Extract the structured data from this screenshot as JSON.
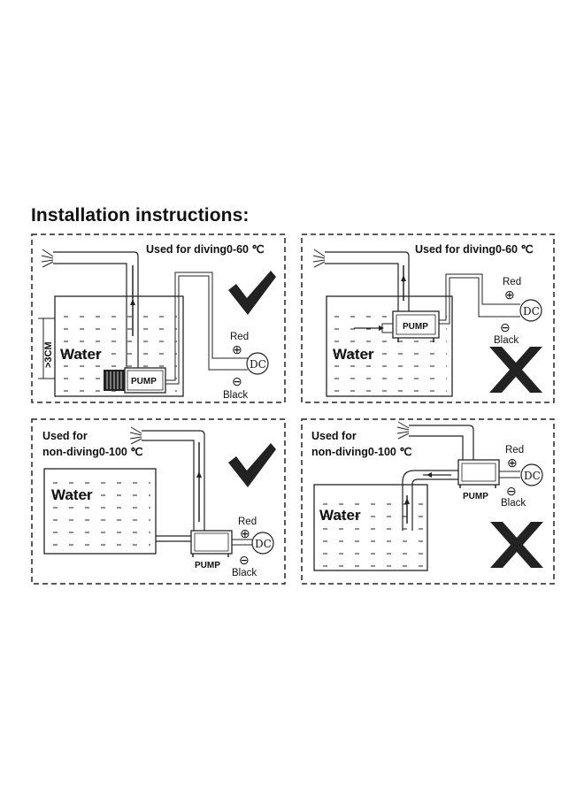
{
  "title": "Installation instructions:",
  "panels": [
    {
      "caption": "Used for diving0-60 ℃",
      "water": "Water",
      "pump": "PUMP",
      "depth": ">3CM",
      "red": "Red",
      "black": "Black",
      "plus": "⊕",
      "minus": "⊖",
      "dc": "DC",
      "mark": "check"
    },
    {
      "caption": "Used for diving0-60 ℃",
      "water": "Water",
      "pump": "PUMP",
      "red": "Red",
      "black": "Black",
      "plus": "⊕",
      "minus": "⊖",
      "dc": "DC",
      "mark": "cross"
    },
    {
      "caption_line1": "Used for",
      "caption_line2": "non-diving0-100 ℃",
      "water": "Water",
      "pump": "PUMP",
      "red": "Red",
      "black": "Black",
      "plus": "⊕",
      "minus": "⊖",
      "dc": "DC",
      "mark": "check"
    },
    {
      "caption_line1": "Used for",
      "caption_line2": "non-diving0-100 ℃",
      "water": "Water",
      "pump": "PUMP",
      "red": "Red",
      "black": "Black",
      "plus": "⊕",
      "minus": "⊖",
      "dc": "DC",
      "mark": "cross"
    }
  ]
}
